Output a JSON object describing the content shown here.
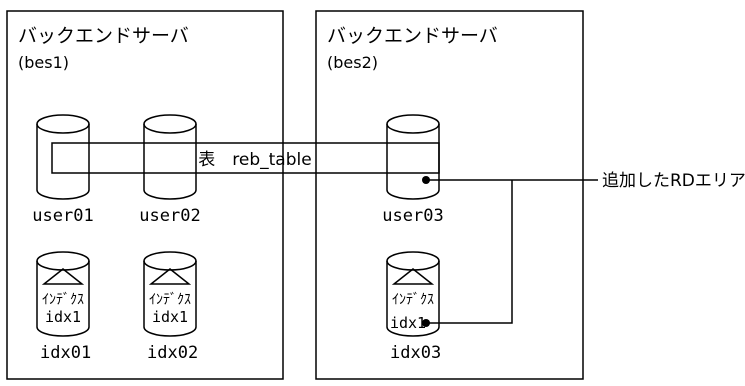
{
  "servers": [
    {
      "title": "バックエンドサーバ",
      "id_label": "(bes1)"
    },
    {
      "title": "バックエンドサーバ",
      "id_label": "(bes2)"
    }
  ],
  "table_label": "表　reb_table",
  "rd_areas": {
    "user01": "user01",
    "user02": "user02",
    "user03": "user03"
  },
  "index_areas": {
    "idx01": {
      "label": "idx01",
      "line1": "ｲﾝﾃﾞｸｽ",
      "line2": "idx1"
    },
    "idx02": {
      "label": "idx02",
      "line1": "ｲﾝﾃﾞｸｽ",
      "line2": "idx1"
    },
    "idx03": {
      "label": "idx03",
      "line1": "ｲﾝﾃﾞｸｽ",
      "line2": "idx1"
    }
  },
  "callout": "追加したRDエリア"
}
